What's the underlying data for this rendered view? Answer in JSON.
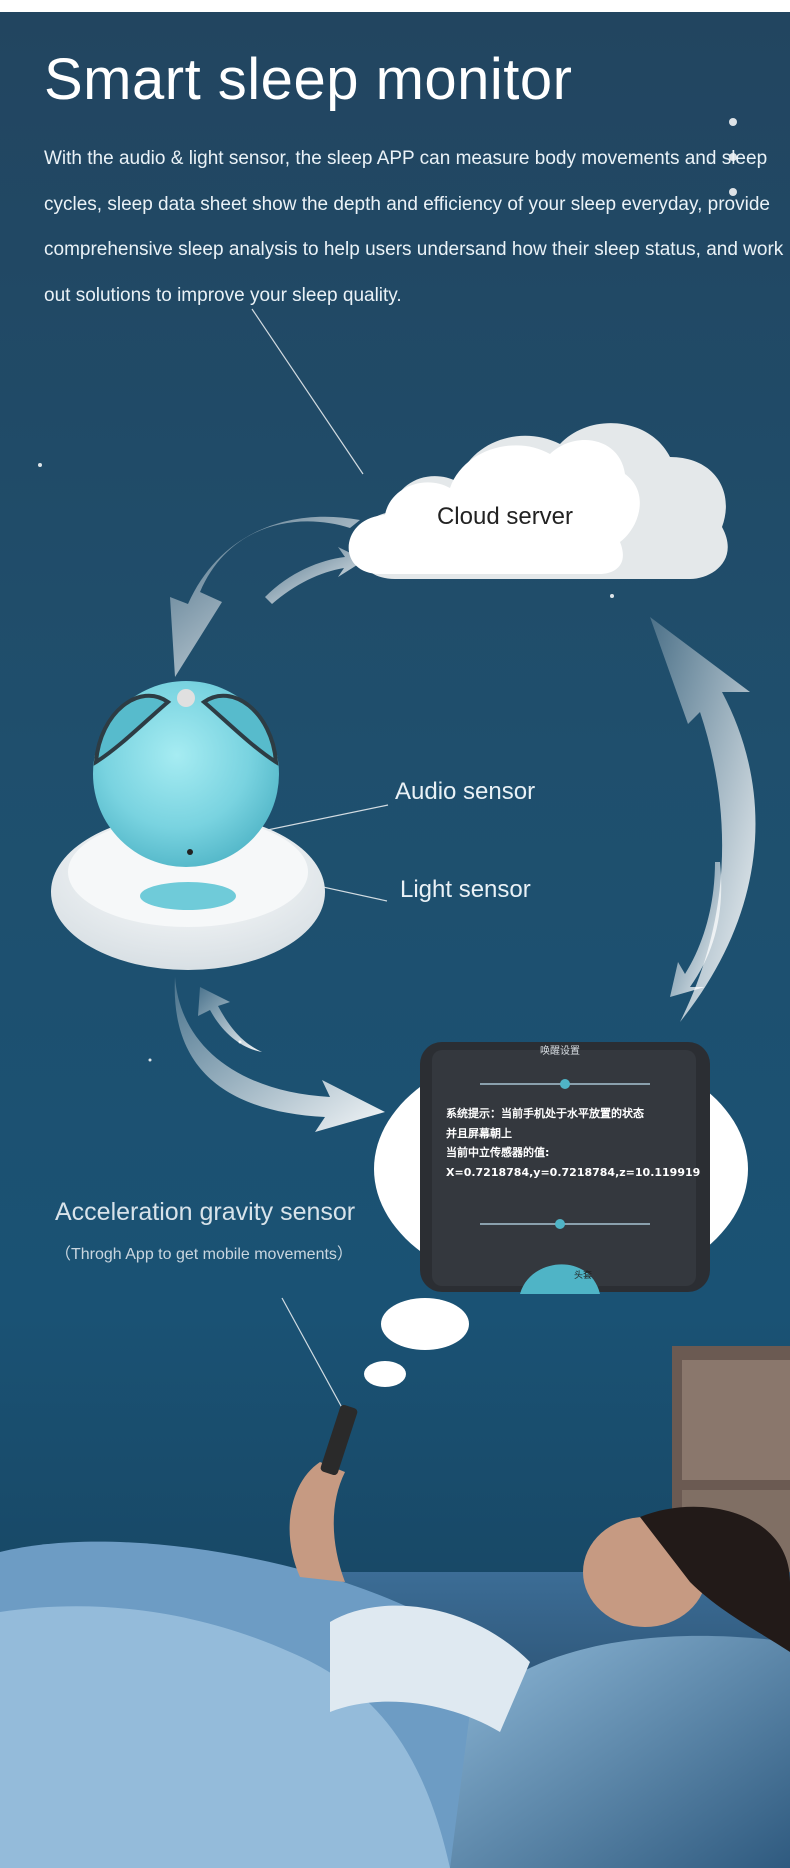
{
  "headline": {
    "title": "Smart sleep monitor",
    "description": "With the audio & light sensor, the sleep APP can measure body movements and sleep cycles,  sleep data sheet show the depth and efficiency of your sleep everyday, provide comprehensive sleep analysis to help users undersand how their sleep status, and  work out solutions to improve your sleep quality."
  },
  "diagram": {
    "cloud_label": "Cloud server",
    "audio_sensor_label": "Audio sensor",
    "light_sensor_label": "Light sensor",
    "accel_label": "Acceleration gravity sensor",
    "accel_sublabel": "（Throgh App to get mobile movements）"
  },
  "phone_screen": {
    "header": "唤醒设置",
    "line1": "系统提示：当前手机处于水平放置的状态",
    "line2": "并且屏幕朝上",
    "line3": "当前中立传感器的值:",
    "line4": "X=0.7218784,y=0.7218784,z=10.119919",
    "button": "头套"
  },
  "colors": {
    "background": "#1f4f6d",
    "device_teal": "#7fd8e4",
    "text": "#ffffff"
  }
}
